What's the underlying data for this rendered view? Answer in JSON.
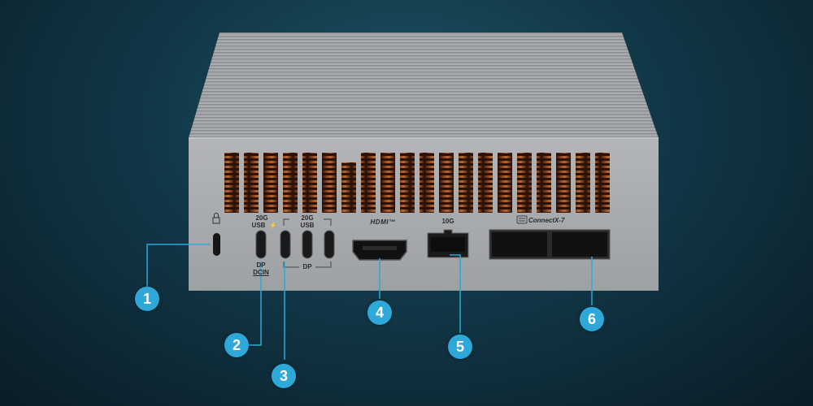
{
  "device": {
    "description_visible": false,
    "port_labels": {
      "usb_dcin_top": "20G",
      "usb_dcin_mid": "USB",
      "usb_dcin_bottom1": "DP",
      "usb_dcin_bottom2": "DCIN",
      "usb_group_top": "20G",
      "usb_group_mid": "USB",
      "usb_group_bottom": "DP",
      "hdmi": "HDMI™",
      "ethernet": "10G",
      "connectx": "ConnectX-7"
    }
  },
  "callouts": [
    "1",
    "2",
    "3",
    "4",
    "5",
    "6"
  ],
  "colors": {
    "callout": "#2ea8d8",
    "chassis": "#a9abae",
    "vent_copper": "#7a3a1e",
    "background": "#123a4a"
  }
}
